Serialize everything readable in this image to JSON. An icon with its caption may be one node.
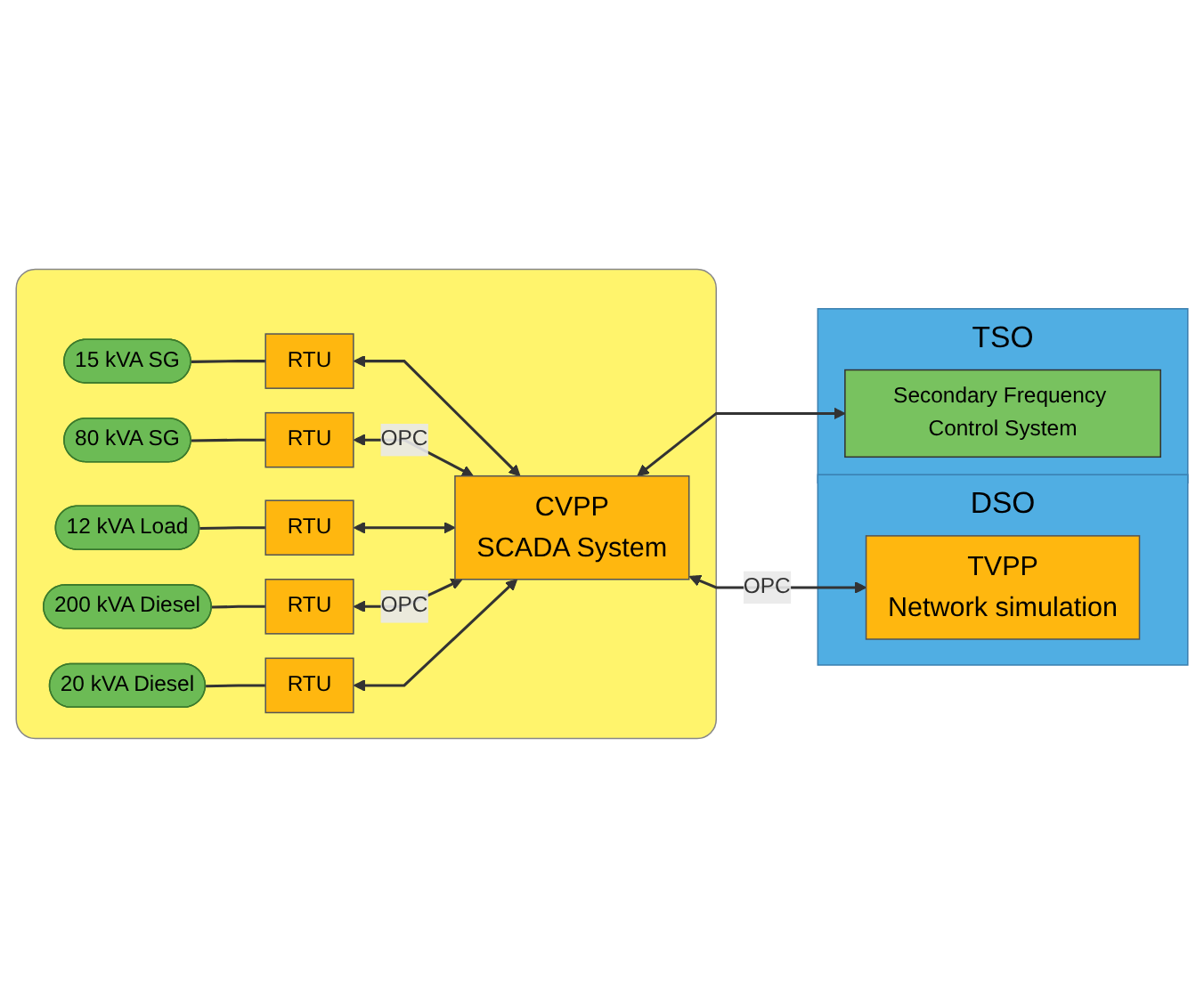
{
  "diagram": {
    "nodes": [
      {
        "text": [],
        "shape": "box"
      },
      {
        "text": [
          "15 kVA SG"
        ],
        "in": 0
      },
      {
        "text": [
          "RTU"
        ],
        "in": 0
      },
      {
        "text": [
          "80 kVA SG"
        ],
        "in": 0
      },
      {
        "text": [
          "RTU"
        ],
        "in": 0
      },
      {
        "text": [
          "12 kVA Load"
        ],
        "in": 0
      },
      {
        "text": [
          "RTU"
        ],
        "in": 0
      },
      {
        "text": [
          "200 kVA Diesel"
        ],
        "in": 0
      },
      {
        "text": [
          "RTU"
        ],
        "in": 0
      },
      {
        "text": [
          "20 kVA Diesel"
        ],
        "in": 0
      },
      {
        "text": [
          "RTU"
        ],
        "in": 0
      },
      {
        "text": [
          "CVPP",
          "SCADA System"
        ],
        "in": 0
      },
      {
        "text": [
          "DSO"
        ]
      },
      {
        "text": [
          "TVPP",
          "Network simulation"
        ],
        "in": 12
      },
      {
        "text": [
          "TSO"
        ]
      },
      {
        "text": [
          "Secondary Frequency Control System"
        ],
        "in": 14
      }
    ],
    "edges": [
      {
        "from": 1,
        "to": 2,
        "arrow": "none"
      },
      {
        "from": 2,
        "to": 11,
        "arrow": "both"
      },
      {
        "from": 3,
        "to": 4,
        "arrow": "none"
      },
      {
        "from": 4,
        "to": 11,
        "arrow": "both",
        "label": "OPC"
      },
      {
        "from": 5,
        "to": 6,
        "arrow": "none"
      },
      {
        "from": 6,
        "to": 11,
        "arrow": "both"
      },
      {
        "from": 7,
        "to": 8,
        "arrow": "none"
      },
      {
        "from": 8,
        "to": 11,
        "arrow": "both",
        "label": "OPC"
      },
      {
        "from": 9,
        "to": 10,
        "arrow": "none"
      },
      {
        "from": 10,
        "to": 11,
        "arrow": "both"
      },
      {
        "from": 11,
        "to": 13,
        "arrow": "both",
        "label": "OPC"
      },
      {
        "from": 11,
        "to": 15,
        "arrow": "both"
      }
    ]
  }
}
